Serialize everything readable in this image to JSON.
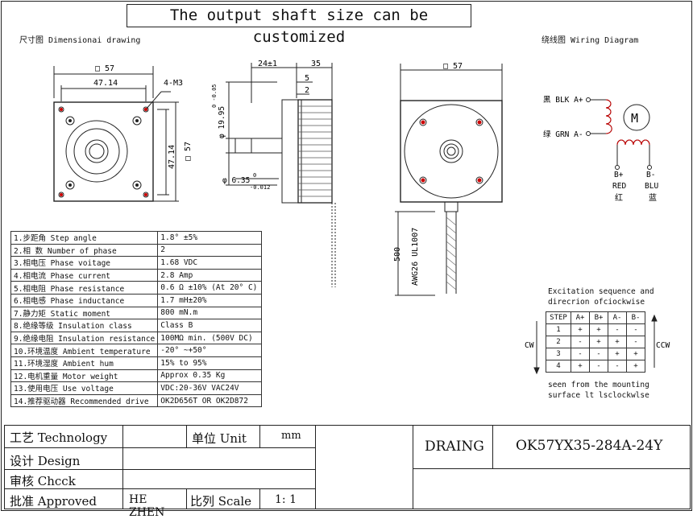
{
  "title": "The output shaft size can be customized",
  "dim_drawing_label": "尺寸图 Dimensionai drawing",
  "wiring_label": "绕线图 Wiring Diagram",
  "front_view": {
    "sq": "□ 57",
    "hole_span": "47.14",
    "holes": "4-M3",
    "v_span": "47.14",
    "v_sq": "□ 57"
  },
  "side_view": {
    "flange": "24±1",
    "body": "35",
    "d5": "5",
    "d2": "2",
    "shaft_d1": "φ 19.95",
    "shaft_d1_tol": "0\n-0.05",
    "shaft_d2": "φ 6.35",
    "shaft_d2_tol_top": "0",
    "shaft_d2_tol_bot": "-0.012"
  },
  "rear_view": {
    "sq": "□ 57",
    "lead_len": "500",
    "wire": "AWG26 UL1007"
  },
  "wiring": {
    "blk": "黑 BLK A+",
    "grn": "绿 GRN A-",
    "motor": "M",
    "bplus": "B+",
    "bminus": "B-",
    "red": "RED",
    "blu": "BLU",
    "red_cn": "红",
    "blu_cn": "蓝"
  },
  "specs": [
    [
      "1.步距角 Step angle",
      "1.8° ±5%"
    ],
    [
      "2.相  数 Number of phase",
      "2"
    ],
    [
      "3.相电压 Phase voitage",
      "1.68 VDC"
    ],
    [
      "4.相电流 Phase current",
      "2.8 Amp"
    ],
    [
      "5.相电阻 Phase resistance",
      "0.6 Ω ±10% (At 20° C)"
    ],
    [
      "6.相电感 Phase inductance",
      "1.7 mH±20%"
    ],
    [
      "7.静力矩 Static moment",
      "800 mN.m"
    ],
    [
      "8.绝缘等级 Insulation class",
      "Class B"
    ],
    [
      "9.绝缘电阻 Insulation resistance",
      "100MΩ min. (500V DC)"
    ],
    [
      "10.环境温度 Ambient temperature",
      "-20° ~+50°"
    ],
    [
      "11.环境湿度 Ambient hum",
      "15% to 95%"
    ],
    [
      "12.电机重量 Motor weight",
      "Approx 0.35 Kg"
    ],
    [
      "13.使用电压 Use voltage",
      "VDC:20-36V VAC24V"
    ],
    [
      "14.推荐驱动器 Recommended drive",
      "OK2D656T OR OK2D872"
    ]
  ],
  "excitation": {
    "caption1": "Excitation sequence and",
    "caption2": "direcrion ofciockwise",
    "header": [
      "STEP",
      "A+",
      "B+",
      "A-",
      "B-"
    ],
    "rows": [
      [
        "1",
        "+",
        "+",
        "-",
        "-"
      ],
      [
        "2",
        "-",
        "+",
        "+",
        "-"
      ],
      [
        "3",
        "-",
        "-",
        "+",
        "+"
      ],
      [
        "4",
        "+",
        "-",
        "-",
        "+"
      ]
    ],
    "cw": "CW",
    "ccw": "CCW",
    "note1": "seen from the mounting",
    "note2": "surface lt lsclockwlse"
  },
  "title_block": {
    "technology": "工艺 Technology",
    "unit_label": "单位 Unit",
    "unit_value": "mm",
    "design": "设计 Design",
    "check": "审核 Chcck",
    "approved": "批准 Approved",
    "approver": "HE ZHEN",
    "scale_label": "比列 Scale",
    "scale_value": "1: 1",
    "draing": "DRAING",
    "model": "OK57YX35-284A-24Y"
  }
}
